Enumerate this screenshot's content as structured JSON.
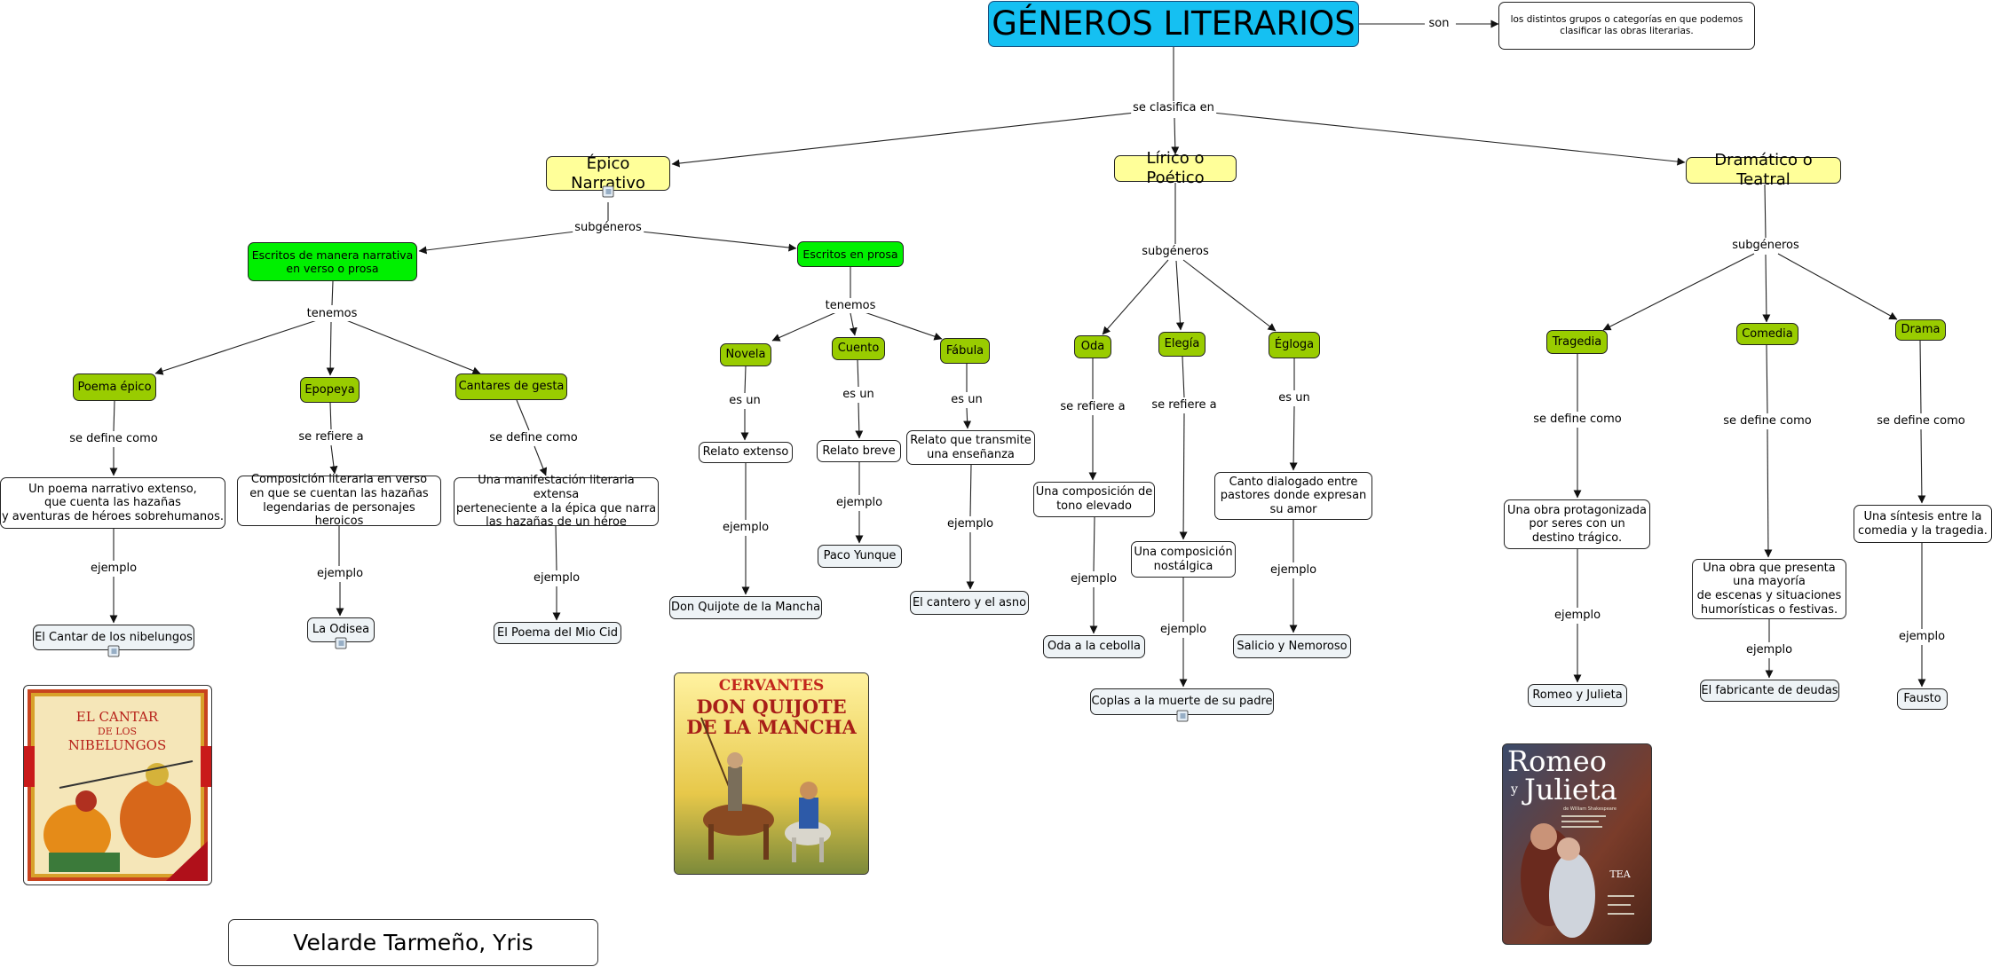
{
  "nodes": {
    "root": "GÉNEROS LITERARIOS",
    "definition": "los distintos grupos o categorías en que podemos\nclasificar las obras literarias.",
    "epico": "Épico Narrativo",
    "lirico": "Lírico o Poético",
    "dramatico": "Dramático o Teatral",
    "escritos_verso": "Escritos de manera narrativa\nen verso o prosa",
    "escritos_prosa": "Escritos en prosa",
    "poema_epico": "Poema épico",
    "epopeya": "Epopeya",
    "cantares": "Cantares de gesta",
    "novela": "Novela",
    "cuento": "Cuento",
    "fabula": "Fábula",
    "oda": "Oda",
    "elegia": "Elegía",
    "egloga": "Égloga",
    "tragedia": "Tragedia",
    "comedia": "Comedia",
    "drama": "Drama",
    "def_poema": "Un poema narrativo extenso,\nque cuenta las hazañas\ny aventuras de héroes sobrehumanos.",
    "def_epopeya": "Composición literaria en verso\nen que se cuentan las hazañas\nlegendarias de personajes heroicos",
    "def_cantares": "Una manifestación literaria extensa\nperteneciente a la épica que narra\nlas hazañas de un héroe",
    "def_novela": "Relato extenso",
    "def_cuento": "Relato breve",
    "def_fabula": "Relato que transmite\nuna enseñanza",
    "def_oda": "Una composición de\ntono elevado",
    "def_elegia": "Una composición\nnostálgica",
    "def_egloga": "Canto dialogado entre\npastores donde expresan\nsu  amor",
    "def_tragedia": "Una obra protagonizada\npor seres con un\ndestino trágico.",
    "def_comedia": "Una obra que presenta\nuna mayoría\nde escenas y situaciones\nhumorísticas o festivas.",
    "def_drama": "Una síntesis entre la\ncomedia y la tragedia.",
    "ex_poema": "El Cantar de los nibelungos",
    "ex_epopeya": "La Odisea",
    "ex_cantares": "El Poema del Mio Cid",
    "ex_novela": "Don Quijote de la Mancha",
    "ex_cuento": "Paco Yunque",
    "ex_fabula": "El cantero y el asno",
    "ex_oda": "Oda a la cebolla",
    "ex_elegia": "Coplas a la muerte de su padre",
    "ex_egloga": "Salicio y Nemoroso",
    "ex_tragedia": "Romeo y Julieta",
    "ex_comedia": "El fabricante de deudas",
    "ex_drama": "Fausto",
    "author": "Velarde Tarmeño, Yris"
  },
  "links": {
    "son": "son",
    "se_clasifica_en": "se clasifica en",
    "subgeneros": "subgéneros",
    "tenemos": "tenemos",
    "es_un": "es un",
    "se_define_como": "se define como",
    "se_refiere_a": "se refiere a",
    "ejemplo": "ejemplo"
  },
  "covers": {
    "nibelungos": [
      "EL CANTAR",
      "DE LOS",
      "NIBELUNGOS"
    ],
    "quijote": [
      "CERVANTES",
      "DON QUIJOTE",
      "DE LA MANCHA"
    ],
    "romeo": [
      "Romeo",
      "y",
      "Julieta",
      "de William Shakespeare",
      "TEA"
    ]
  },
  "colors": {
    "root": "#15c0f2",
    "category": "#ffff99",
    "mode": "#00f000",
    "subgenre": "#99cc00",
    "example": "#eef3f6"
  }
}
